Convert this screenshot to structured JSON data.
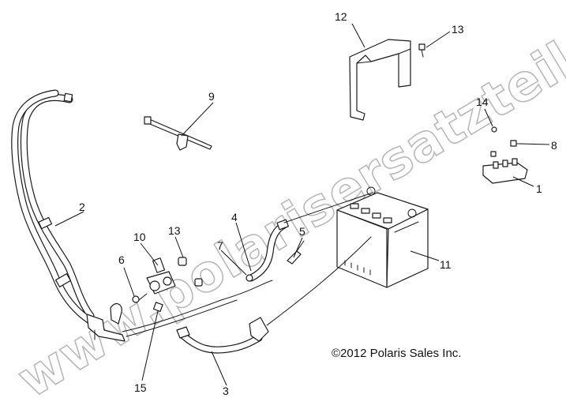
{
  "diagram": {
    "watermark": "www.polarisersatzteile.de",
    "copyright": "©2012 Polaris Sales Inc.",
    "callouts": {
      "c1": "1",
      "c2": "2",
      "c3": "3",
      "c4": "4",
      "c5": "5",
      "c6": "6",
      "c7": "7",
      "c8": "8",
      "c9": "9",
      "c10": "10",
      "c11": "11",
      "c12": "12",
      "c13a": "13",
      "c13b": "13",
      "c14": "14",
      "c15": "15"
    }
  }
}
